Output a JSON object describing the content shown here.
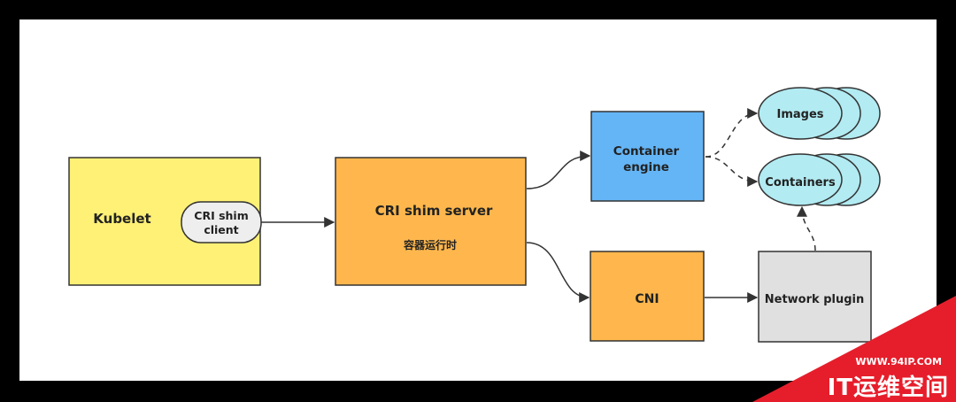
{
  "diagram": {
    "nodes": {
      "kubelet": {
        "label": "Kubelet"
      },
      "cri_shim_client": {
        "line1": "CRI shim",
        "line2": "client"
      },
      "cri_shim_server": {
        "label": "CRI shim server",
        "sublabel": "容器运行时"
      },
      "container_engine": {
        "line1": "Container",
        "line2": "engine"
      },
      "cni": {
        "label": "CNI"
      },
      "network_plugin": {
        "label": "Network plugin"
      },
      "images": {
        "label": "Images"
      },
      "containers": {
        "label": "Containers"
      }
    }
  },
  "watermark": {
    "url": "WWW.94IP.COM",
    "name": "IT运维空间"
  },
  "colors": {
    "kubelet": "#FFF176",
    "cri_server": "#FFB74D",
    "container_engine": "#64B5F6",
    "cni": "#FFB74D",
    "network_plugin": "#E0E0E0",
    "storage": "#B2EBF2",
    "client_pill": "#EEEEEE",
    "watermark": "#E61E2B"
  }
}
